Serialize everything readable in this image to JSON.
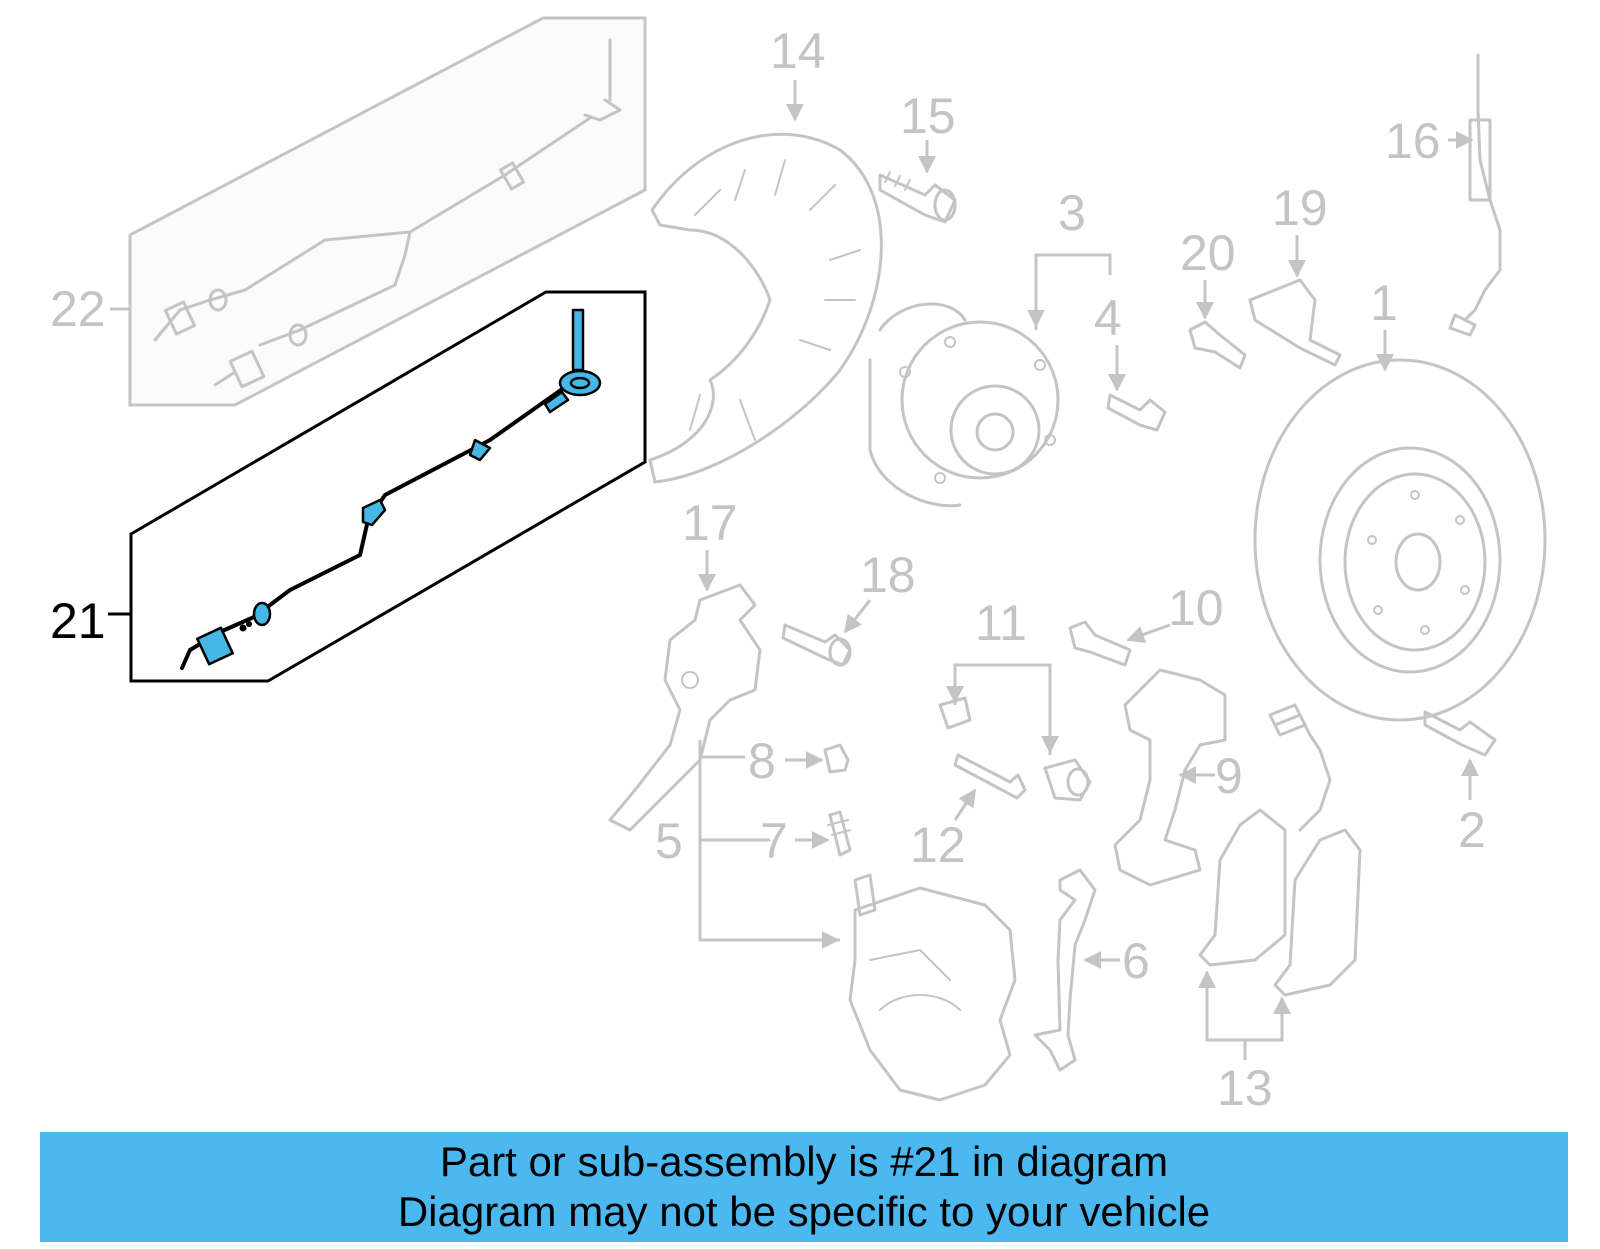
{
  "callouts": {
    "c1": "1",
    "c2": "2",
    "c3": "3",
    "c4": "4",
    "c5": "5",
    "c6": "6",
    "c7": "7",
    "c8": "8",
    "c9": "9",
    "c10": "10",
    "c11": "11",
    "c12": "12",
    "c13": "13",
    "c14": "14",
    "c15": "15",
    "c16": "16",
    "c17": "17",
    "c18": "18",
    "c19": "19",
    "c20": "20",
    "c21": "21",
    "c22": "22"
  },
  "highlight": {
    "part_number": "21",
    "color": "#45b8e6"
  },
  "colors": {
    "inactive": "#c4c4c4",
    "active": "#000000",
    "banner": "#4bb8f0"
  },
  "banner": {
    "line1": "Part or sub-assembly is #21 in diagram",
    "line2": "Diagram may not be specific to your vehicle"
  }
}
